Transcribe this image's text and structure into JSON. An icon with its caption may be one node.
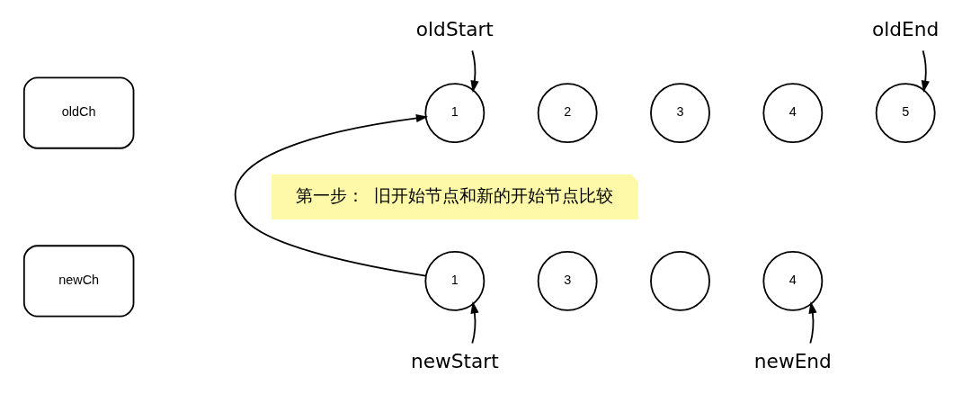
{
  "diagram": {
    "nodes": [
      {
        "text": [
          "oldStart"
        ]
      },
      {
        "text": [
          "oldEnd"
        ]
      },
      {
        "text": [
          "oldCh"
        ]
      },
      {
        "text": [
          "1"
        ]
      },
      {
        "text": [
          "2"
        ]
      },
      {
        "text": [
          "3"
        ]
      },
      {
        "text": [
          "4"
        ]
      },
      {
        "text": [
          "5"
        ]
      },
      {
        "text": [
          "第一步：  旧开始节点和新的开始节点比较"
        ]
      },
      {
        "text": [
          "newCh"
        ]
      },
      {
        "text": [
          "1"
        ]
      },
      {
        "text": [
          "3"
        ]
      },
      {
        "text": [],
        "shape": "circle"
      },
      {
        "text": [
          "4"
        ]
      },
      {
        "text": [
          "newStart"
        ]
      },
      {
        "text": [
          "newEnd"
        ]
      }
    ],
    "edges": [
      {
        "from": 0,
        "to": 3,
        "arrow": "to"
      },
      {
        "from": 1,
        "to": 7,
        "arrow": "to"
      },
      {
        "from": 10,
        "to": 3,
        "arrow": "to"
      },
      {
        "from": 14,
        "to": 10,
        "arrow": "to"
      },
      {
        "from": 15,
        "to": 13,
        "arrow": "to"
      }
    ]
  }
}
